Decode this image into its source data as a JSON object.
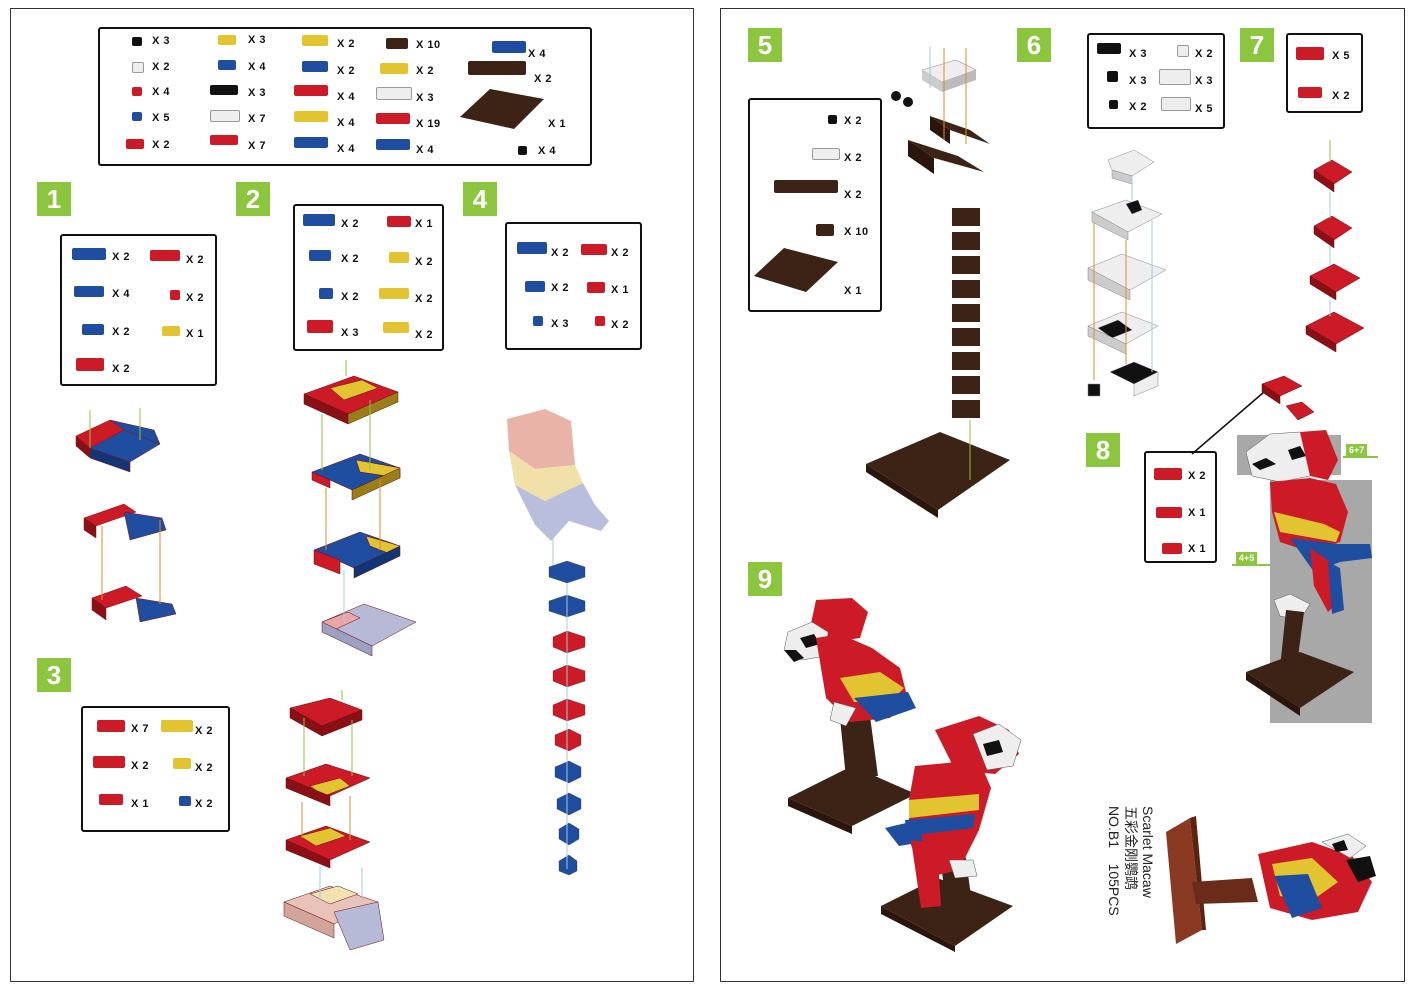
{
  "colors": {
    "red": "#cc1b26",
    "blue": "#1f4da0",
    "yellow": "#e2c431",
    "black": "#111111",
    "white": "#eeeeee",
    "brown": "#3d2316",
    "green": "#8cc63f"
  },
  "parts_list": {
    "col1": [
      {
        "qty": "X 3",
        "color": "black"
      },
      {
        "qty": "X 2",
        "color": "white"
      },
      {
        "qty": "X 4",
        "color": "red"
      },
      {
        "qty": "X 5",
        "color": "blue"
      },
      {
        "qty": "X 2",
        "color": "red"
      }
    ],
    "col2": [
      {
        "qty": "X 3",
        "color": "yellow"
      },
      {
        "qty": "X 4",
        "color": "blue"
      },
      {
        "qty": "X 3",
        "color": "black"
      },
      {
        "qty": "X 7",
        "color": "white"
      },
      {
        "qty": "X 7",
        "color": "red"
      }
    ],
    "col3": [
      {
        "qty": "X 2",
        "color": "yellow"
      },
      {
        "qty": "X 2",
        "color": "blue"
      },
      {
        "qty": "X 4",
        "color": "red"
      },
      {
        "qty": "X 4",
        "color": "yellow"
      },
      {
        "qty": "X 4",
        "color": "blue"
      }
    ],
    "col4": [
      {
        "qty": "X 10",
        "color": "brown"
      },
      {
        "qty": "X 2",
        "color": "yellow"
      },
      {
        "qty": "X 3",
        "color": "white"
      },
      {
        "qty": "X 19",
        "color": "red"
      },
      {
        "qty": "X 4",
        "color": "blue"
      }
    ],
    "col5": [
      {
        "qty": "X 4",
        "color": "blue"
      },
      {
        "qty": "X 2",
        "color": "brown"
      },
      {
        "qty": "X 1",
        "color": "brown"
      },
      {
        "qty": "X 4",
        "color": "black"
      }
    ]
  },
  "steps": {
    "s1": {
      "label": "1",
      "parts": [
        {
          "qty": "X 2",
          "color": "blue"
        },
        {
          "qty": "X 2",
          "color": "red"
        },
        {
          "qty": "X 4",
          "color": "blue"
        },
        {
          "qty": "X 2",
          "color": "red"
        },
        {
          "qty": "X 2",
          "color": "blue"
        },
        {
          "qty": "X 1",
          "color": "yellow"
        },
        {
          "qty": "X 2",
          "color": "red"
        }
      ]
    },
    "s2": {
      "label": "2",
      "parts": [
        {
          "qty": "X 2",
          "color": "blue"
        },
        {
          "qty": "X 1",
          "color": "red"
        },
        {
          "qty": "X 2",
          "color": "blue"
        },
        {
          "qty": "X 2",
          "color": "yellow"
        },
        {
          "qty": "X 2",
          "color": "blue"
        },
        {
          "qty": "X 2",
          "color": "yellow"
        },
        {
          "qty": "X 3",
          "color": "red"
        },
        {
          "qty": "X 2",
          "color": "yellow"
        }
      ]
    },
    "s3": {
      "label": "3",
      "parts": [
        {
          "qty": "X 7",
          "color": "red"
        },
        {
          "qty": "X 2",
          "color": "yellow"
        },
        {
          "qty": "X 2",
          "color": "red"
        },
        {
          "qty": "X 2",
          "color": "yellow"
        },
        {
          "qty": "X 1",
          "color": "red"
        },
        {
          "qty": "X 2",
          "color": "blue"
        }
      ]
    },
    "s4": {
      "label": "4",
      "parts": [
        {
          "qty": "X 2",
          "color": "blue"
        },
        {
          "qty": "X 2",
          "color": "red"
        },
        {
          "qty": "X 2",
          "color": "blue"
        },
        {
          "qty": "X 1",
          "color": "red"
        },
        {
          "qty": "X 3",
          "color": "blue"
        },
        {
          "qty": "X 2",
          "color": "red"
        }
      ]
    },
    "s5": {
      "label": "5",
      "parts": [
        {
          "qty": "X 2",
          "color": "black"
        },
        {
          "qty": "X 2",
          "color": "white"
        },
        {
          "qty": "X 2",
          "color": "brown"
        },
        {
          "qty": "X 10",
          "color": "brown"
        },
        {
          "qty": "X 1",
          "color": "brown"
        }
      ]
    },
    "s6": {
      "label": "6",
      "parts": [
        {
          "qty": "X 3",
          "color": "black"
        },
        {
          "qty": "X 2",
          "color": "white"
        },
        {
          "qty": "X 3",
          "color": "black"
        },
        {
          "qty": "X 3",
          "color": "white"
        },
        {
          "qty": "X 2",
          "color": "black"
        },
        {
          "qty": "X 5",
          "color": "white"
        }
      ]
    },
    "s7": {
      "label": "7",
      "parts": [
        {
          "qty": "X 5",
          "color": "red"
        },
        {
          "qty": "X 2",
          "color": "red"
        }
      ]
    },
    "s8": {
      "label": "8",
      "parts": [
        {
          "qty": "X 2",
          "color": "red"
        },
        {
          "qty": "X 1",
          "color": "red"
        },
        {
          "qty": "X 1",
          "color": "red"
        }
      ],
      "tag_a": "6+7",
      "tag_b": "4+5"
    },
    "s9": {
      "label": "9"
    }
  },
  "credit": {
    "name": "Scarlet Macaw",
    "chinese": "五彩金刚鹦鹉",
    "model_no": "NO.B1",
    "pieces": "105PCS"
  }
}
